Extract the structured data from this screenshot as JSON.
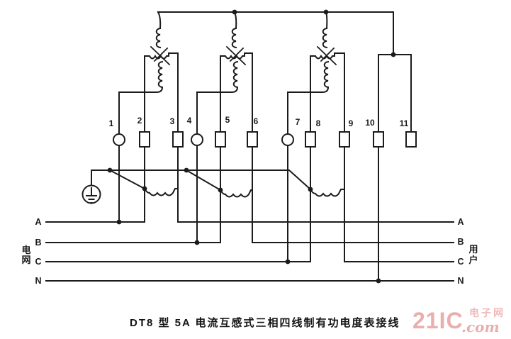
{
  "caption": {
    "text": "DT8 型 5A 电流互感式三相四线制有功电度表接线"
  },
  "terminals": {
    "labels": [
      "1",
      "2",
      "3",
      "4",
      "5",
      "6",
      "7",
      "8",
      "9",
      "10",
      "11"
    ]
  },
  "left_bus": {
    "group_chars": [
      "电",
      "网"
    ],
    "phases": [
      "A",
      "B",
      "C",
      "N"
    ]
  },
  "right_bus": {
    "group_chars": [
      "用",
      "户"
    ],
    "phases": [
      "A",
      "B",
      "C",
      "N"
    ]
  },
  "watermark": {
    "brand": "21IC",
    "domain_suffix": ".com",
    "site_name": "电子网"
  },
  "icons": {
    "ground": "earth-ground-symbol"
  },
  "colors": {
    "line": "#1b1b1b",
    "watermark_pink": "#e7a7a7",
    "background": "#ffffff"
  }
}
